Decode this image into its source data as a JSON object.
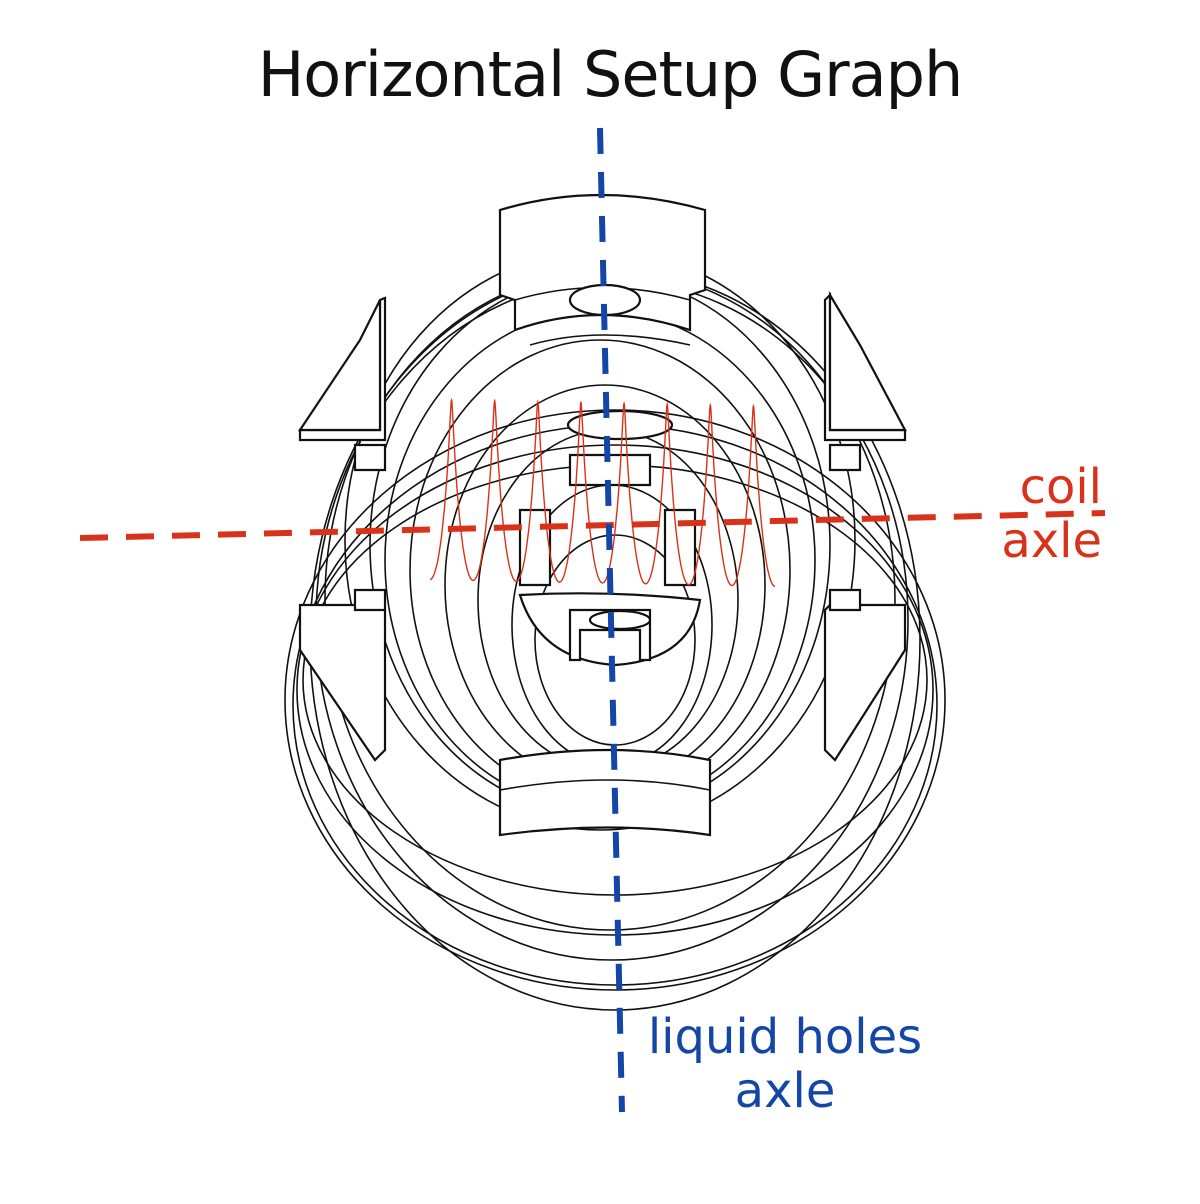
{
  "title": "Horizontal Setup Graph",
  "labels": {
    "coil_line1": "coil",
    "coil_line2": "axle",
    "liquid_line1": "liquid holes",
    "liquid_line2": "axle"
  },
  "colors": {
    "coil": "#d9321a",
    "liquid": "#1446a8",
    "outline": "#111111"
  }
}
